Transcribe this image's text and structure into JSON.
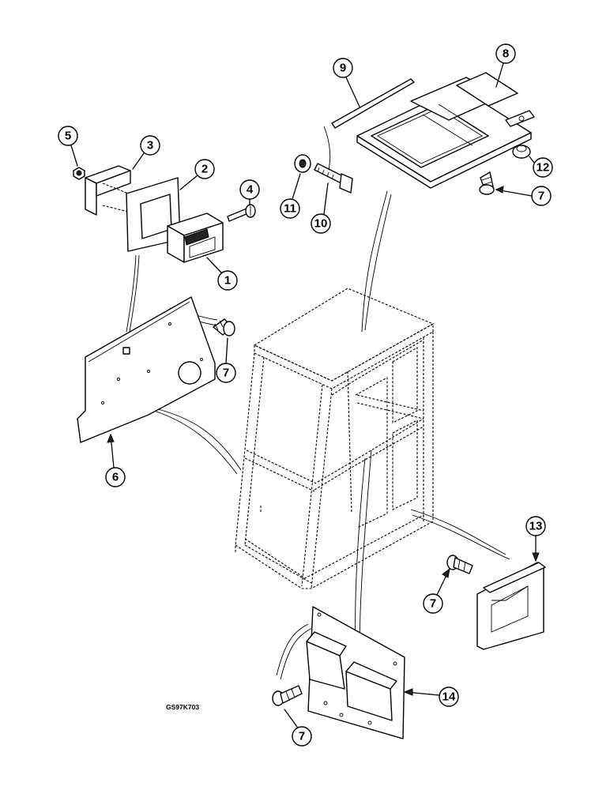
{
  "diagram": {
    "drawing_code": "GS97K703",
    "callouts": [
      "1",
      "2",
      "3",
      "4",
      "5",
      "6",
      "7",
      "8",
      "9",
      "10",
      "11",
      "12",
      "13",
      "14"
    ]
  }
}
